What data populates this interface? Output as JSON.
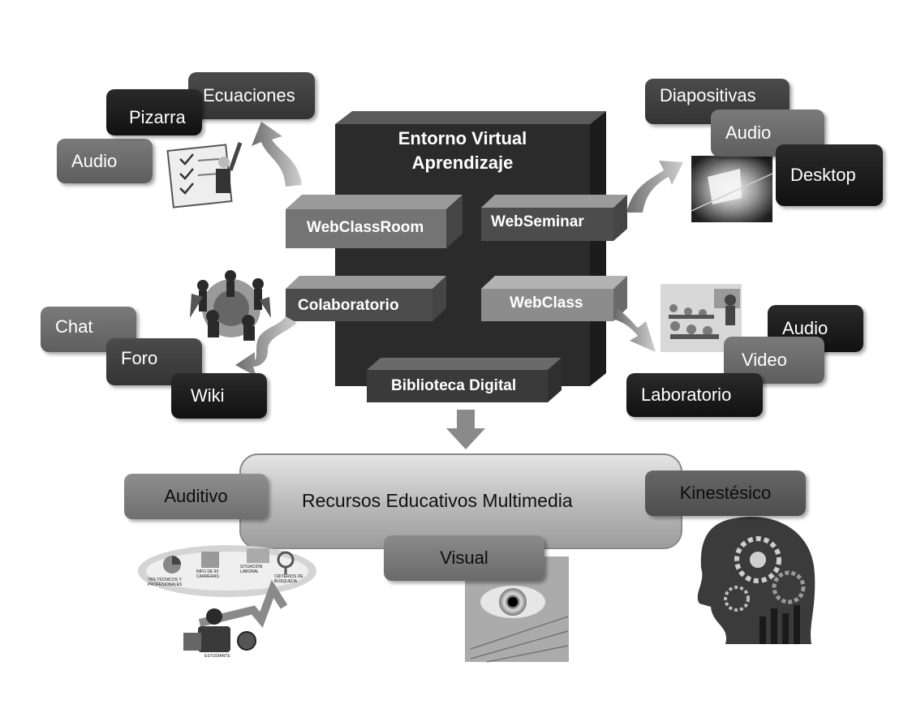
{
  "central": {
    "title_line1": "Entorno Virtual",
    "title_line2": "Aprendizaje",
    "modules": {
      "webclassroom": "WebClassRoom",
      "webseminar": "WebSeminar",
      "colaboratorio": "Colaboratorio",
      "webclass": "WebClass",
      "biblioteca": "Biblioteca Digital"
    }
  },
  "top_left": {
    "ecuaciones": "Ecuaciones",
    "pizarra": "Pizarra",
    "audio": "Audio"
  },
  "top_right": {
    "diapositivas": "Diapositivas",
    "audio": "Audio",
    "desktop": "Desktop"
  },
  "mid_left": {
    "chat": "Chat",
    "foro": "Foro",
    "wiki": "Wiki"
  },
  "mid_right": {
    "audio": "Audio",
    "video": "Video",
    "laboratorio": "Laboratorio"
  },
  "resources": {
    "title": "Recursos Educativos Multimedia",
    "auditivo": "Auditivo",
    "kinestesico": "Kinestésico",
    "visual": "Visual"
  },
  "illustration_labels": {
    "tecnicos": "75% TÉCNICOS Y PROFESIONALES",
    "info": "INFO DE 93 CARRERAS",
    "situacion": "SITUACIÓN LABORAL",
    "criterios": "CRITERIOS DE BÚSQUEDA",
    "estudiante": "ESTUDIANTE"
  },
  "colors": {
    "dark": "#1a1a1a",
    "mid": "#3e3e3e",
    "gray": "#6b6b6b",
    "light": "#b5b5b5",
    "box_front": "#2b2b2b"
  }
}
